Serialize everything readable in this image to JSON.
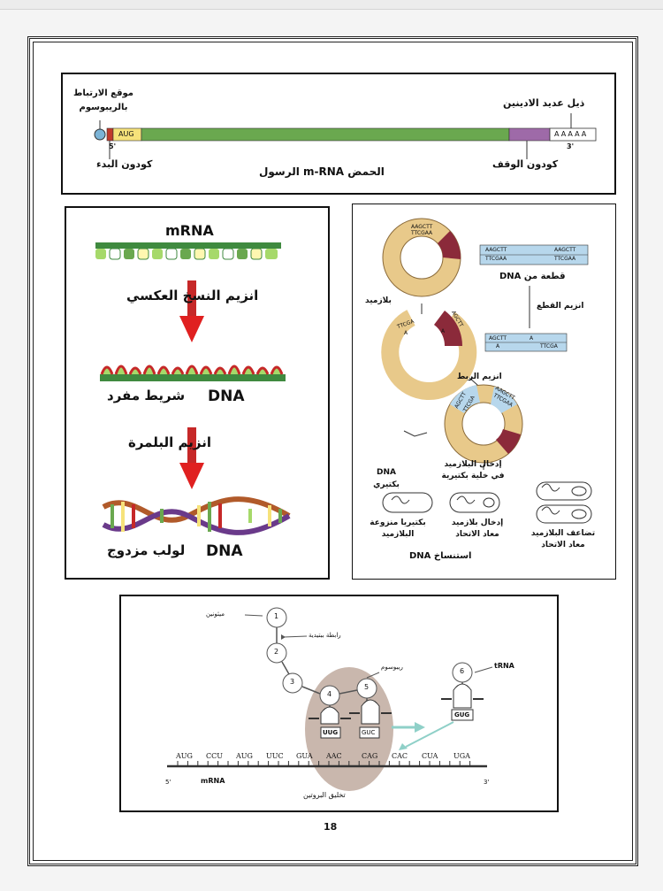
{
  "mrna_strip": {
    "ribosome_site": "موقع الارتباط بالريبوسوم",
    "start_codon_label": "كودون البدء",
    "poly_a_label": "ذيل عديد الادينين",
    "stop_codon_label": "كودون الوقف",
    "title": "الحمض m-RNA الرسول",
    "start_codon": "AUG",
    "five_prime": "5'",
    "three_prime": "3'",
    "poly_a": "AAAAA"
  },
  "reverse_transcription": {
    "mrna": "mRNA",
    "enzyme1": "انزيم النسخ العكسي",
    "single_strand_dna": "DNA",
    "single_strand": "شريط مفرد",
    "enzyme2": "انزيم البلمرة",
    "double_helix_dna": "DNA",
    "double_helix": "لولب مزدوج"
  },
  "cloning": {
    "plasmid_seq": [
      "AAGCTT",
      "TTCGAA"
    ],
    "dna_fragment_seq": [
      "AAGCTT",
      "TTCGAA",
      "AAGCTT",
      "TTCGAA"
    ],
    "dna_fragment_label": "قطعة من DNA",
    "plasmid_label": "بلازميد",
    "cutting_enzyme": "انزيم القطع",
    "cut_seq": [
      "AGCTT",
      "A",
      "A",
      "TTCGA"
    ],
    "cut_plasmid_seq": [
      "TTCGA",
      "AGCTT",
      "A",
      "A"
    ],
    "ligase": "انزيم الربط",
    "recombinant_seq": [
      "AGCTT",
      "TTCGA",
      "AAGCTT",
      "TTCGAA"
    ],
    "insert_label": "إدخال البلازميد في خلية بكتيرية",
    "bacterial_dna": "DNA بكتيري",
    "bacteria_no_plasmid": "بكتيريا منزوعة البلازميد",
    "insert_recombinant": "إدخال بلازميد معاد الاتحاد",
    "replication": "تضاعف البلازميد معاد الاتحاد",
    "title": "استنساخ DNA"
  },
  "translation": {
    "methionine": "ميثونين",
    "peptide_bond": "رابطة ببتيدية",
    "ribosome": "ريبوسوم",
    "trna": "tRNA",
    "aa_numbers": [
      "1",
      "2",
      "3",
      "4",
      "5",
      "6"
    ],
    "anticodons": [
      "UUG",
      "GUC",
      "GUG"
    ],
    "codons": [
      "AUG",
      "CCU",
      "AUG",
      "UUC",
      "GUA",
      "AAC",
      "CAG",
      "CAC",
      "CUA",
      "UGA"
    ],
    "mrna": "mRNA",
    "five_prime": "5'",
    "three_prime": "3'",
    "caption": "تخليق البروتين"
  },
  "page_number": "18",
  "colors": {
    "green": "#6aa84f",
    "purple": "#9e6aa8",
    "plasmid": "#e8c98a",
    "dark_red": "#8b2a3a",
    "arrow_red": "#e02020",
    "ribosome": "#c9b7ad"
  }
}
